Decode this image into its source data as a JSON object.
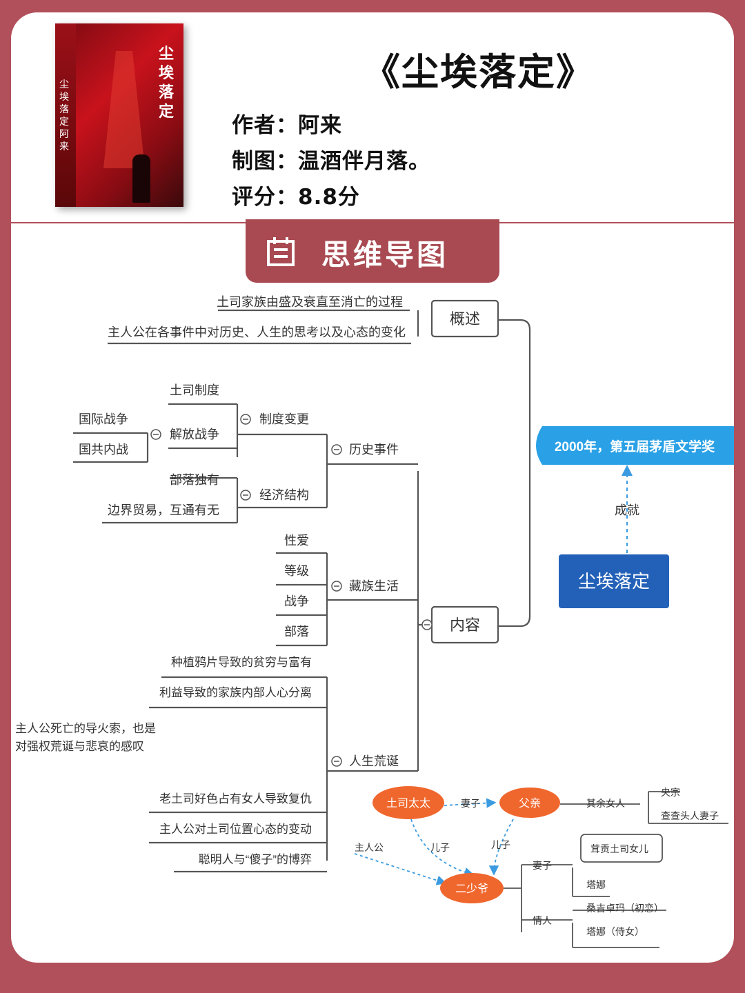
{
  "header": {
    "book_title": "《尘埃落定》",
    "author": "作者：阿来",
    "maker": "制图：温酒伴月落。",
    "rating": "评分：8.8分",
    "cover_title": "尘埃落定",
    "cover_spine": "尘埃落定 阿来"
  },
  "banner": {
    "label": "思维导图",
    "icon": "list-icon"
  },
  "mindmap": {
    "root": "尘埃落定",
    "award": "2000年，第五届茅盾文学奖",
    "award_link": "成就",
    "overview": {
      "label": "概述",
      "items": [
        "土司家族由盛及衰直至消亡的过程",
        "主人公在各事件中对历史、人生的思考以及心态的变化"
      ]
    },
    "content": {
      "label": "内容",
      "history": {
        "label": "历史事件",
        "system_change": {
          "label": "制度变更",
          "tusi": "土司制度",
          "liberation": {
            "label": "解放战争",
            "items": [
              "国际战争",
              "国共内战"
            ]
          }
        },
        "economy": {
          "label": "经济结构",
          "items": [
            "部落独有",
            "边界贸易，互通有无"
          ]
        }
      },
      "tibetan_life": {
        "label": "藏族生活",
        "items": [
          "性爱",
          "等级",
          "战争",
          "部落"
        ]
      },
      "absurd": {
        "label": "人生荒诞",
        "items": [
          "种植鸦片导致的贫穷与富有",
          "利益导致的家族内部人心分离",
          "主人公死亡的导火索，也是",
          "对强权荒诞与悲哀的感叹",
          "老土司好色占有女人导致复仇",
          "主人公对土司位置心态的变动",
          "聪明人与“傻子”的博弈"
        ]
      }
    },
    "family": {
      "mother": "土司太太",
      "father": "父亲",
      "son": "二少爷",
      "wife_link": "妻子",
      "son_link_1": "儿子",
      "son_link_2": "儿子",
      "protagonist": "主人公",
      "other_women": "其余女人",
      "other_women_items": [
        "央宗",
        "查查头人妻子"
      ],
      "son_wife": "妻子",
      "son_wife_note": "茸贡土司女儿",
      "son_wife_name": "塔娜",
      "lover": "情人",
      "lovers": [
        "桑吉卓玛（初恋）",
        "塔娜（侍女）"
      ]
    }
  },
  "colors": {
    "accent": "#b1505a",
    "root": "#2361b8",
    "award": "#2aa1e6",
    "family": "#f0672d"
  }
}
